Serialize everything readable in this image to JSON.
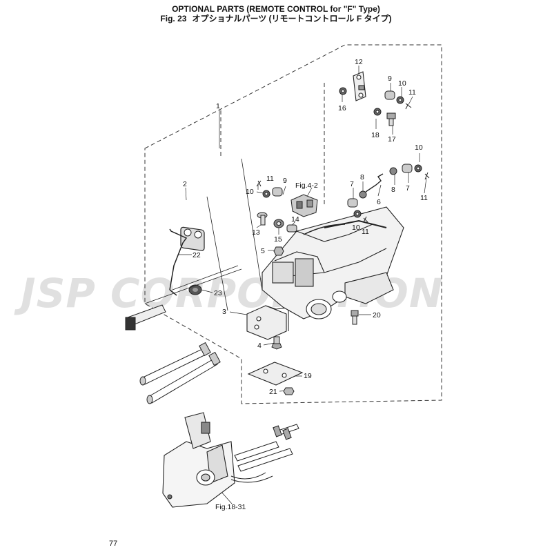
{
  "header": {
    "title": "OPTIONAL PARTS (REMOTE CONTROL for \"F\" Type)",
    "fig_number": "Fig. 23",
    "fig_title_jp": "オプショナルパーツ (リモートコントロール F タイプ)"
  },
  "callouts": {
    "c1": "1",
    "c2": "2",
    "c3": "3",
    "c4": "4",
    "c5": "5",
    "c6": "6",
    "c7a": "7",
    "c7b": "7",
    "c8a": "8",
    "c8b": "8",
    "c9a": "9",
    "c9b": "9",
    "c10a": "10",
    "c10b": "10",
    "c10c": "10",
    "c10d": "10",
    "c11a": "11",
    "c11b": "11",
    "c11c": "11",
    "c11d": "11",
    "c12": "12",
    "c13": "13",
    "c14": "14",
    "c15": "15",
    "c16": "16",
    "c17": "17",
    "c18": "18",
    "c19": "19",
    "c20": "20",
    "c21": "21",
    "c22": "22",
    "c23": "23"
  },
  "references": {
    "fig_4_2": "Fig.4-2",
    "fig_18_31": "Fig.18-31"
  },
  "watermark": "JSP CORPORATION",
  "page_number": "77"
}
